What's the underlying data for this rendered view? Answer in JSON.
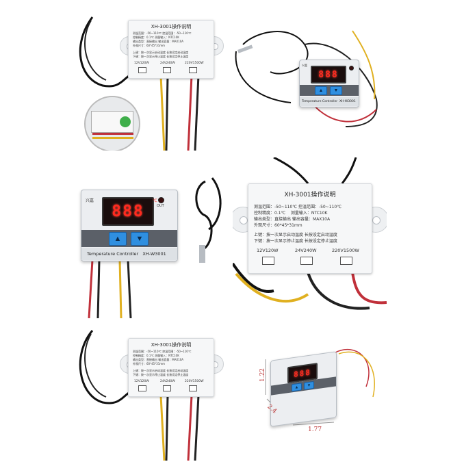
{
  "label": {
    "title": "XH-3001操作说明",
    "line1_a": "测温范围：-50~110℃",
    "line1_b": "控温范围：-50~110℃",
    "line2_a": "控制精度：0.1℃",
    "line2_b": "测量输入：NTC10K",
    "line3_a": "输出类型：直接输出",
    "line3_b": "输出容量：MAX10A",
    "line4": "外观尺寸：60*45*31mm",
    "up": "上键：按一次显示启动温度  长按设定启动温度",
    "down": "下键：按一次显示停止温度  长按设定停止温度",
    "p1": "12V120W",
    "p2": "24V240W",
    "p3": "220V1500W"
  },
  "unit": {
    "display": "888",
    "degree": "℃",
    "out": "OUT",
    "brand": "兴嘉",
    "name": "Temperature Controller",
    "model": "XH-W3001",
    "up_icon": "up-arrow-icon",
    "down_icon": "down-arrow-icon"
  },
  "dims": {
    "height": "1.22",
    "length": "2.4",
    "width": "1.77"
  },
  "colors": {
    "display_red": "#ff2a1f",
    "button_blue": "#2f8fe0",
    "housing": "#eceef1"
  }
}
